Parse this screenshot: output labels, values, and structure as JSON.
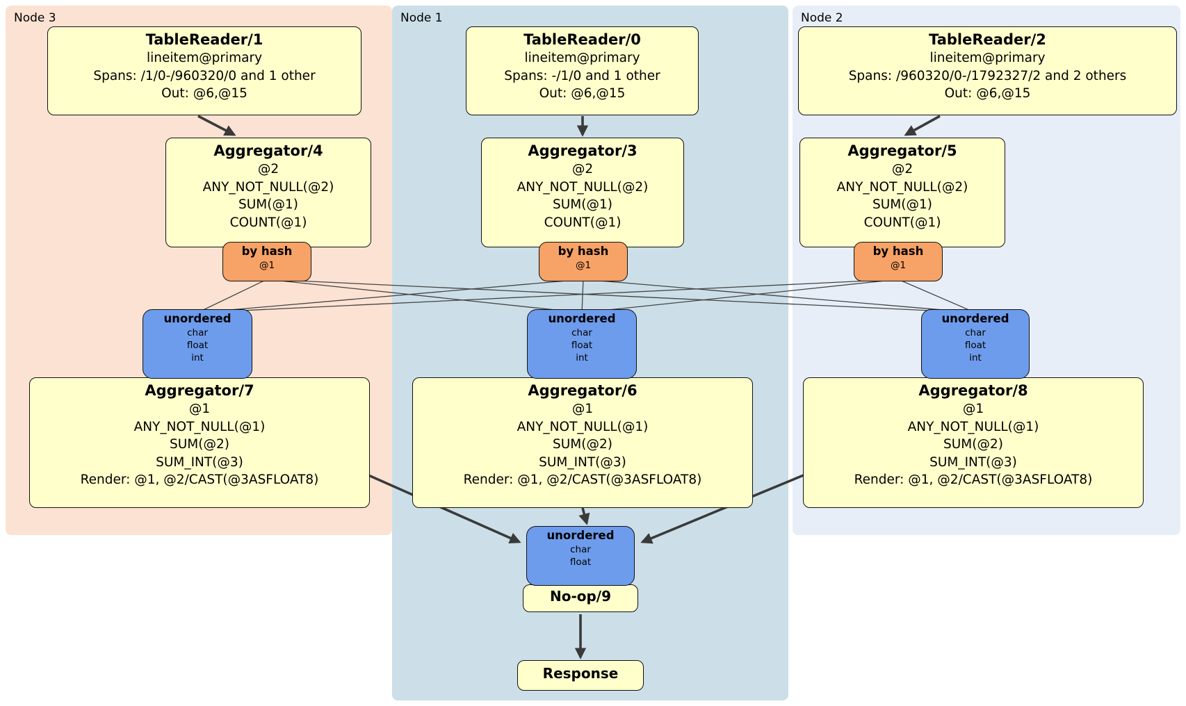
{
  "panels": {
    "node3": {
      "label": "Node 3",
      "color": "#fce2d3"
    },
    "node1": {
      "label": "Node 1",
      "color": "#ccdfe8"
    },
    "node2": {
      "label": "Node 2",
      "color": "#e7eef8"
    }
  },
  "processors": {
    "tablereader1": {
      "title": "TableReader/1",
      "lines": [
        "lineitem@primary",
        "Spans: /1/0-/960320/0 and 1 other",
        "Out: @6,@15"
      ]
    },
    "tablereader0": {
      "title": "TableReader/0",
      "lines": [
        "lineitem@primary",
        "Spans: -/1/0 and 1 other",
        "Out: @6,@15"
      ]
    },
    "tablereader2": {
      "title": "TableReader/2",
      "lines": [
        "lineitem@primary",
        "Spans: /960320/0-/1792327/2 and 2 others",
        "Out: @6,@15"
      ]
    },
    "aggregator4": {
      "title": "Aggregator/4",
      "lines": [
        "@2",
        "ANY_NOT_NULL(@2)",
        "SUM(@1)",
        "COUNT(@1)"
      ]
    },
    "aggregator3": {
      "title": "Aggregator/3",
      "lines": [
        "@2",
        "ANY_NOT_NULL(@2)",
        "SUM(@1)",
        "COUNT(@1)"
      ]
    },
    "aggregator5": {
      "title": "Aggregator/5",
      "lines": [
        "@2",
        "ANY_NOT_NULL(@2)",
        "SUM(@1)",
        "COUNT(@1)"
      ]
    },
    "hash3": {
      "title": "by hash",
      "sub": "@1"
    },
    "hash1": {
      "title": "by hash",
      "sub": "@1"
    },
    "hash2": {
      "title": "by hash",
      "sub": "@1"
    },
    "sync3": {
      "title": "unordered",
      "lines": [
        "char",
        "float",
        "int"
      ]
    },
    "sync1": {
      "title": "unordered",
      "lines": [
        "char",
        "float",
        "int"
      ]
    },
    "sync2": {
      "title": "unordered",
      "lines": [
        "char",
        "float",
        "int"
      ]
    },
    "aggregator7": {
      "title": "Aggregator/7",
      "lines": [
        "@1",
        "ANY_NOT_NULL(@1)",
        "SUM(@2)",
        "SUM_INT(@3)",
        "Render: @1, @2/CAST(@3ASFLOAT8)"
      ]
    },
    "aggregator6": {
      "title": "Aggregator/6",
      "lines": [
        "@1",
        "ANY_NOT_NULL(@1)",
        "SUM(@2)",
        "SUM_INT(@3)",
        "Render: @1, @2/CAST(@3ASFLOAT8)"
      ]
    },
    "aggregator8": {
      "title": "Aggregator/8",
      "lines": [
        "@1",
        "ANY_NOT_NULL(@1)",
        "SUM(@2)",
        "SUM_INT(@3)",
        "Render: @1, @2/CAST(@3ASFLOAT8)"
      ]
    },
    "syncfinal": {
      "title": "unordered",
      "lines": [
        "char",
        "float"
      ]
    },
    "noop9": {
      "title": "No-op/9"
    },
    "response": {
      "title": "Response"
    }
  },
  "colors": {
    "processor_fill": "#ffffcc",
    "hash_router_fill": "#f7a266",
    "sync_fill": "#6d9cec",
    "edge": "#3a3a3a"
  }
}
